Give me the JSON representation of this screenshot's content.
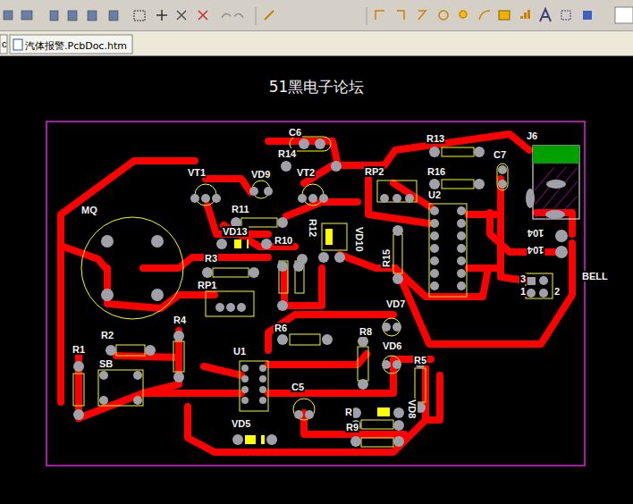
{
  "diagram": {
    "title": "51黑电子论坛",
    "nodes": [
      {
        "text": [
          "汽体报警.PcbDoc.htm"
        ]
      }
    ],
    "labels": [
      "c",
      "C6",
      "R14",
      "R13",
      "J6",
      "C7",
      "VT1",
      "VD9",
      "VT2",
      "RP2",
      "R16",
      "U2",
      "MQ",
      "R11",
      "R12",
      "VD10",
      "VD13",
      "R10",
      "R15",
      "104",
      "104",
      "R3",
      "RP1",
      "3",
      "1",
      "2",
      "BELL",
      "VD7",
      "R4",
      "R6",
      "R8",
      "R2",
      "R1",
      "SB",
      "U1",
      "VD6",
      "R5",
      "C5",
      "VD8",
      "R",
      "R9",
      "VD5"
    ]
  }
}
